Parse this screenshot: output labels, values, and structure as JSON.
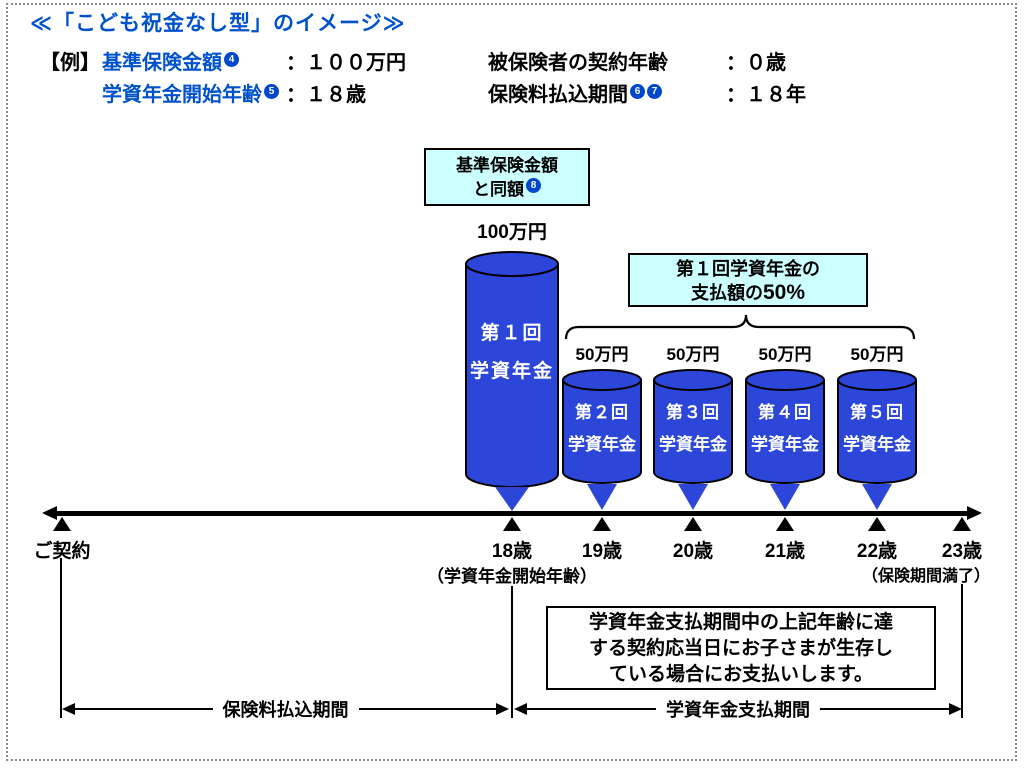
{
  "title": "≪「こども祝金なし型」のイメージ≫",
  "example": {
    "tag": "【例】",
    "row1": {
      "label_left": "基準保険金額",
      "footnote_left": "4",
      "value_left": "：１００万円",
      "label_right": "被保険者の契約年齢",
      "value_right": "：０歳"
    },
    "row2": {
      "label_left": "学資年金開始年齢",
      "footnote_left": "5",
      "value_left": "：１８歳",
      "label_right": "保険料払込期間",
      "footnote_right_1": "6",
      "footnote_right_2": "7",
      "value_right": "：１８年"
    }
  },
  "diagram": {
    "same_amount_box": {
      "line1": "基準保険金額",
      "line2": "と同額",
      "footnote": "8"
    },
    "first_payment": {
      "amount": "100万円",
      "name_line1": "第１回",
      "name_line2": "学資年金"
    },
    "fifty_percent_box": {
      "line1": "第１回学資年金の",
      "line2_prefix": "支払額の",
      "line2_value": "50%"
    },
    "payments": [
      {
        "amount": "50万円",
        "name_line1": "第２回",
        "name_line2": "学資年金"
      },
      {
        "amount": "50万円",
        "name_line1": "第３回",
        "name_line2": "学資年金"
      },
      {
        "amount": "50万円",
        "name_line1": "第４回",
        "name_line2": "学資年金"
      },
      {
        "amount": "50万円",
        "name_line1": "第５回",
        "name_line2": "学資年金"
      }
    ],
    "timeline": {
      "start_label": "ご契約",
      "age_18": "18歳",
      "age_18_note": "（学資年金開始年齢）",
      "age_19": "19歳",
      "age_20": "20歳",
      "age_21": "21歳",
      "age_22": "22歳",
      "age_23": "23歳",
      "age_23_note": "（保険期間満了）"
    },
    "note": {
      "line1": "学資年金支払期間中の上記年齢に達",
      "line2": "する契約応当日にお子さまが生存し",
      "line3": "ている場合にお支払いします。"
    },
    "spans": {
      "left": "保険料払込期間",
      "right": "学資年金支払期間"
    }
  },
  "colors": {
    "accent_blue": "#0052cc",
    "cylinder_blue": "#2b46d9",
    "highlight_cyan": "#ccffff"
  }
}
